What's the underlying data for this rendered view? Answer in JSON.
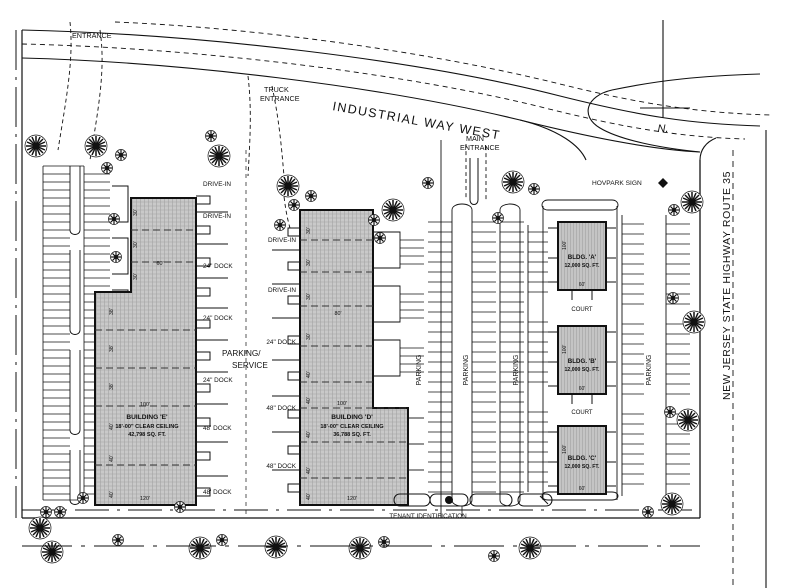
{
  "plan": {
    "title": "Industrial park site plan",
    "north_marker": "N.",
    "roads": [
      {
        "name": "industrial-way-west",
        "label": "INDUSTRIAL WAY WEST"
      },
      {
        "name": "route-35",
        "label": "NEW JERSEY STATE HIGHWAY ROUTE 35"
      }
    ],
    "entrances": [
      {
        "name": "entrance",
        "label": "ENTRANCE"
      },
      {
        "name": "truck-entrance",
        "label": "TRUCK\nENTRANCE",
        "line1": "TRUCK",
        "line2": "ENTRANCE"
      },
      {
        "name": "main-entrance",
        "label": "MAIN\nENTRANCE",
        "line1": "MAIN",
        "line2": "ENTRANCE"
      }
    ],
    "signs": [
      {
        "name": "hovpark-sign",
        "label": "HOVPARK SIGN"
      },
      {
        "name": "tenant-identification",
        "label": "TENANT IDENTIFICATION"
      }
    ],
    "buildings": [
      {
        "id": "E",
        "name": "building-e",
        "label": "BUILDING 'E'",
        "ceiling": "18'-00\" CLEAR CEILING",
        "area": "42,798 SQ. FT.",
        "width_dim": "120'",
        "depth_dims": [
          "30'",
          "30'",
          "30'",
          "30'",
          "38'",
          "38'",
          "38'",
          "38'",
          "38'",
          "40'",
          "40'",
          "40'"
        ],
        "inner_dims": [
          "60'",
          "100'"
        ]
      },
      {
        "id": "D",
        "name": "building-d",
        "label": "BUILDING 'D'",
        "ceiling": "18'-00\" CLEAR CEILING",
        "area": "36,788 SQ. FT.",
        "width_dim": "120'",
        "depth_dims": [
          "30'",
          "30'",
          "30'",
          "30'",
          "40'",
          "40'",
          "40'",
          "40'",
          "40'",
          "40'"
        ],
        "inner_dims": [
          "80'",
          "100'"
        ]
      },
      {
        "id": "A",
        "name": "building-a",
        "label": "BLDG. 'A'",
        "area": "12,000 SQ. FT.",
        "height_dim": "100'",
        "width_dim": "60'"
      },
      {
        "id": "B",
        "name": "building-b",
        "label": "BLDG. 'B'",
        "area": "12,000 SQ. FT.",
        "height_dim": "100'",
        "width_dim": "60'"
      },
      {
        "id": "C",
        "name": "building-c",
        "label": "BLDG. 'C'",
        "area": "12,000 SQ. FT.",
        "height_dim": "100'",
        "width_dim": "60'"
      }
    ],
    "courts": [
      {
        "name": "court-ab",
        "label": "COURT"
      },
      {
        "name": "court-bc",
        "label": "COURT"
      }
    ],
    "dock_labels_left": [
      {
        "name": "dock-e-1",
        "label": "DRIVE-IN"
      },
      {
        "name": "dock-e-2",
        "label": "DRIVE-IN"
      },
      {
        "name": "dock-e-3",
        "label": "24\" DOCK"
      },
      {
        "name": "dock-e-4",
        "label": "24\" DOCK"
      },
      {
        "name": "dock-e-5",
        "label": "24\" DOCK"
      },
      {
        "name": "dock-e-6",
        "label": "48' DOCK"
      },
      {
        "name": "dock-e-7",
        "label": "48' DOCK"
      }
    ],
    "dock_labels_mid": [
      {
        "name": "dock-d-1",
        "label": "DRIVE-IN"
      },
      {
        "name": "dock-d-2",
        "label": "DRIVE-IN"
      },
      {
        "name": "dock-d-3",
        "label": "24\" DOCK"
      },
      {
        "name": "dock-d-4",
        "label": "48\" DOCK"
      },
      {
        "name": "dock-d-5",
        "label": "48\" DOCK"
      }
    ],
    "service_label": {
      "line1": "PARKING/",
      "line2": "SERVICE"
    },
    "parking_labels": [
      {
        "name": "parking-label-1",
        "label": "PARKING"
      },
      {
        "name": "parking-label-2",
        "label": "PARKING"
      },
      {
        "name": "parking-label-3",
        "label": "PARKING"
      },
      {
        "name": "parking-label-4",
        "label": "PARKING"
      }
    ],
    "colors": {
      "line": "#1a1a1a",
      "building_fill": "#b9b9b9",
      "paper": "#ffffff",
      "dashed": "#333333"
    }
  }
}
